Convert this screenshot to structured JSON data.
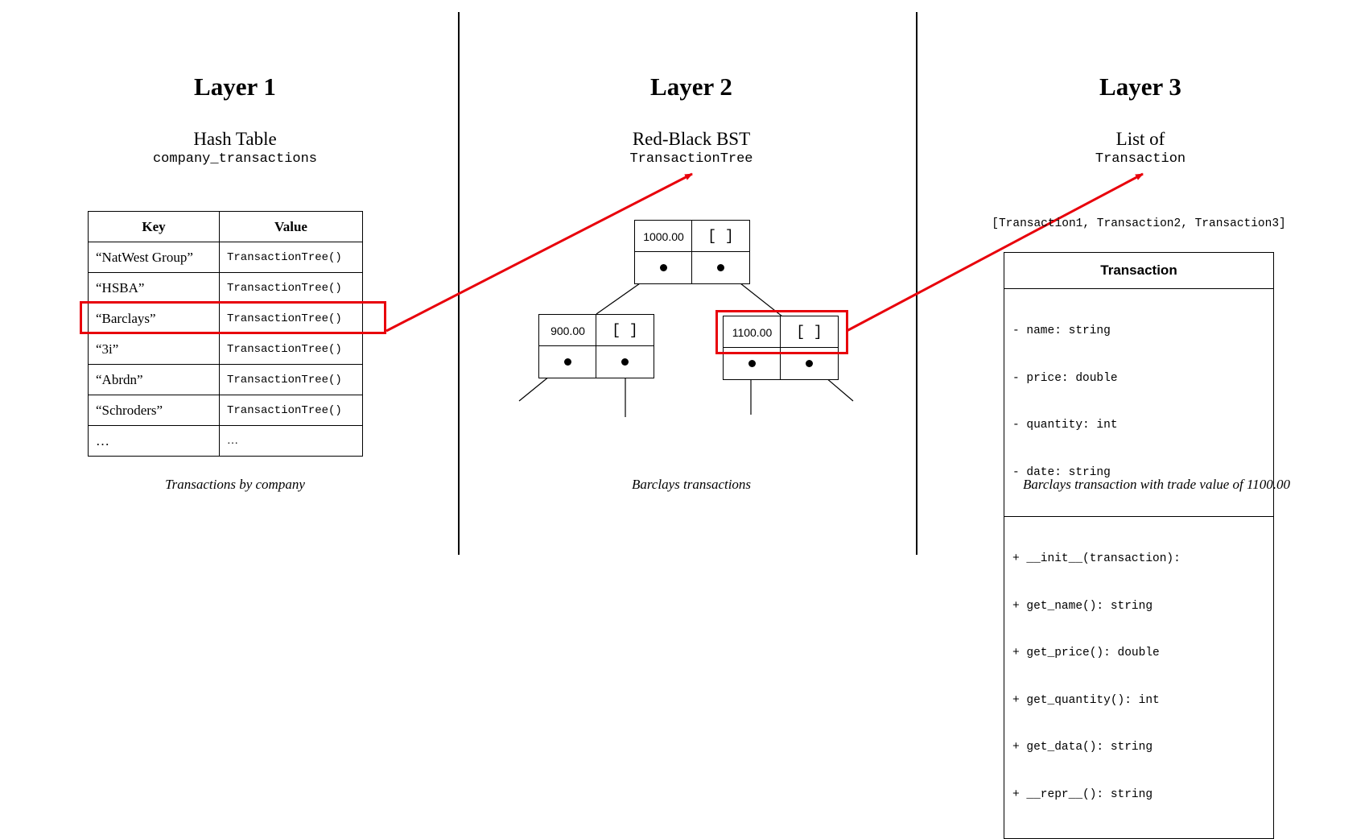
{
  "colors": {
    "highlight": "#e8000b",
    "line": "#000000"
  },
  "layer1": {
    "title": "Layer 1",
    "subtitle": "Hash Table",
    "code": "company_transactions",
    "headers": {
      "key": "Key",
      "value": "Value"
    },
    "rows": [
      {
        "key": "“NatWest Group”",
        "value": "TransactionTree()"
      },
      {
        "key": "“HSBA”",
        "value": "TransactionTree()"
      },
      {
        "key": "“Barclays”",
        "value": "TransactionTree()"
      },
      {
        "key": "“3i”",
        "value": "TransactionTree()"
      },
      {
        "key": "“Abrdn”",
        "value": "TransactionTree()"
      },
      {
        "key": "“Schroders”",
        "value": "TransactionTree()"
      },
      {
        "key": "…",
        "value": "…"
      }
    ],
    "caption": "Transactions by company"
  },
  "layer2": {
    "title": "Layer 2",
    "subtitle": "Red-Black BST",
    "code": "TransactionTree",
    "nodes": {
      "root": {
        "value": "1000.00",
        "list": "[ ]"
      },
      "left": {
        "value": "900.00",
        "list": "[ ]"
      },
      "right": {
        "value": "1100.00",
        "list": "[ ]"
      }
    },
    "caption": "Barclays transactions"
  },
  "layer3": {
    "title": "Layer 3",
    "subtitle": "List of",
    "code": "Transaction",
    "list_text": "[Transaction1, Transaction2, Transaction3]",
    "uml": {
      "class_name": "Transaction",
      "attributes": [
        "- name: string",
        "- price: double",
        "- quantity: int",
        "- date: string"
      ],
      "methods": [
        "+ __init__(transaction):",
        "+ get_name(): string",
        "+ get_price(): double",
        "+ get_quantity(): int",
        "+ get_data(): string",
        "+ __repr__(): string"
      ]
    },
    "caption_prefix": "Barclays transaction with trade value of ",
    "caption_value": "1100.00"
  }
}
